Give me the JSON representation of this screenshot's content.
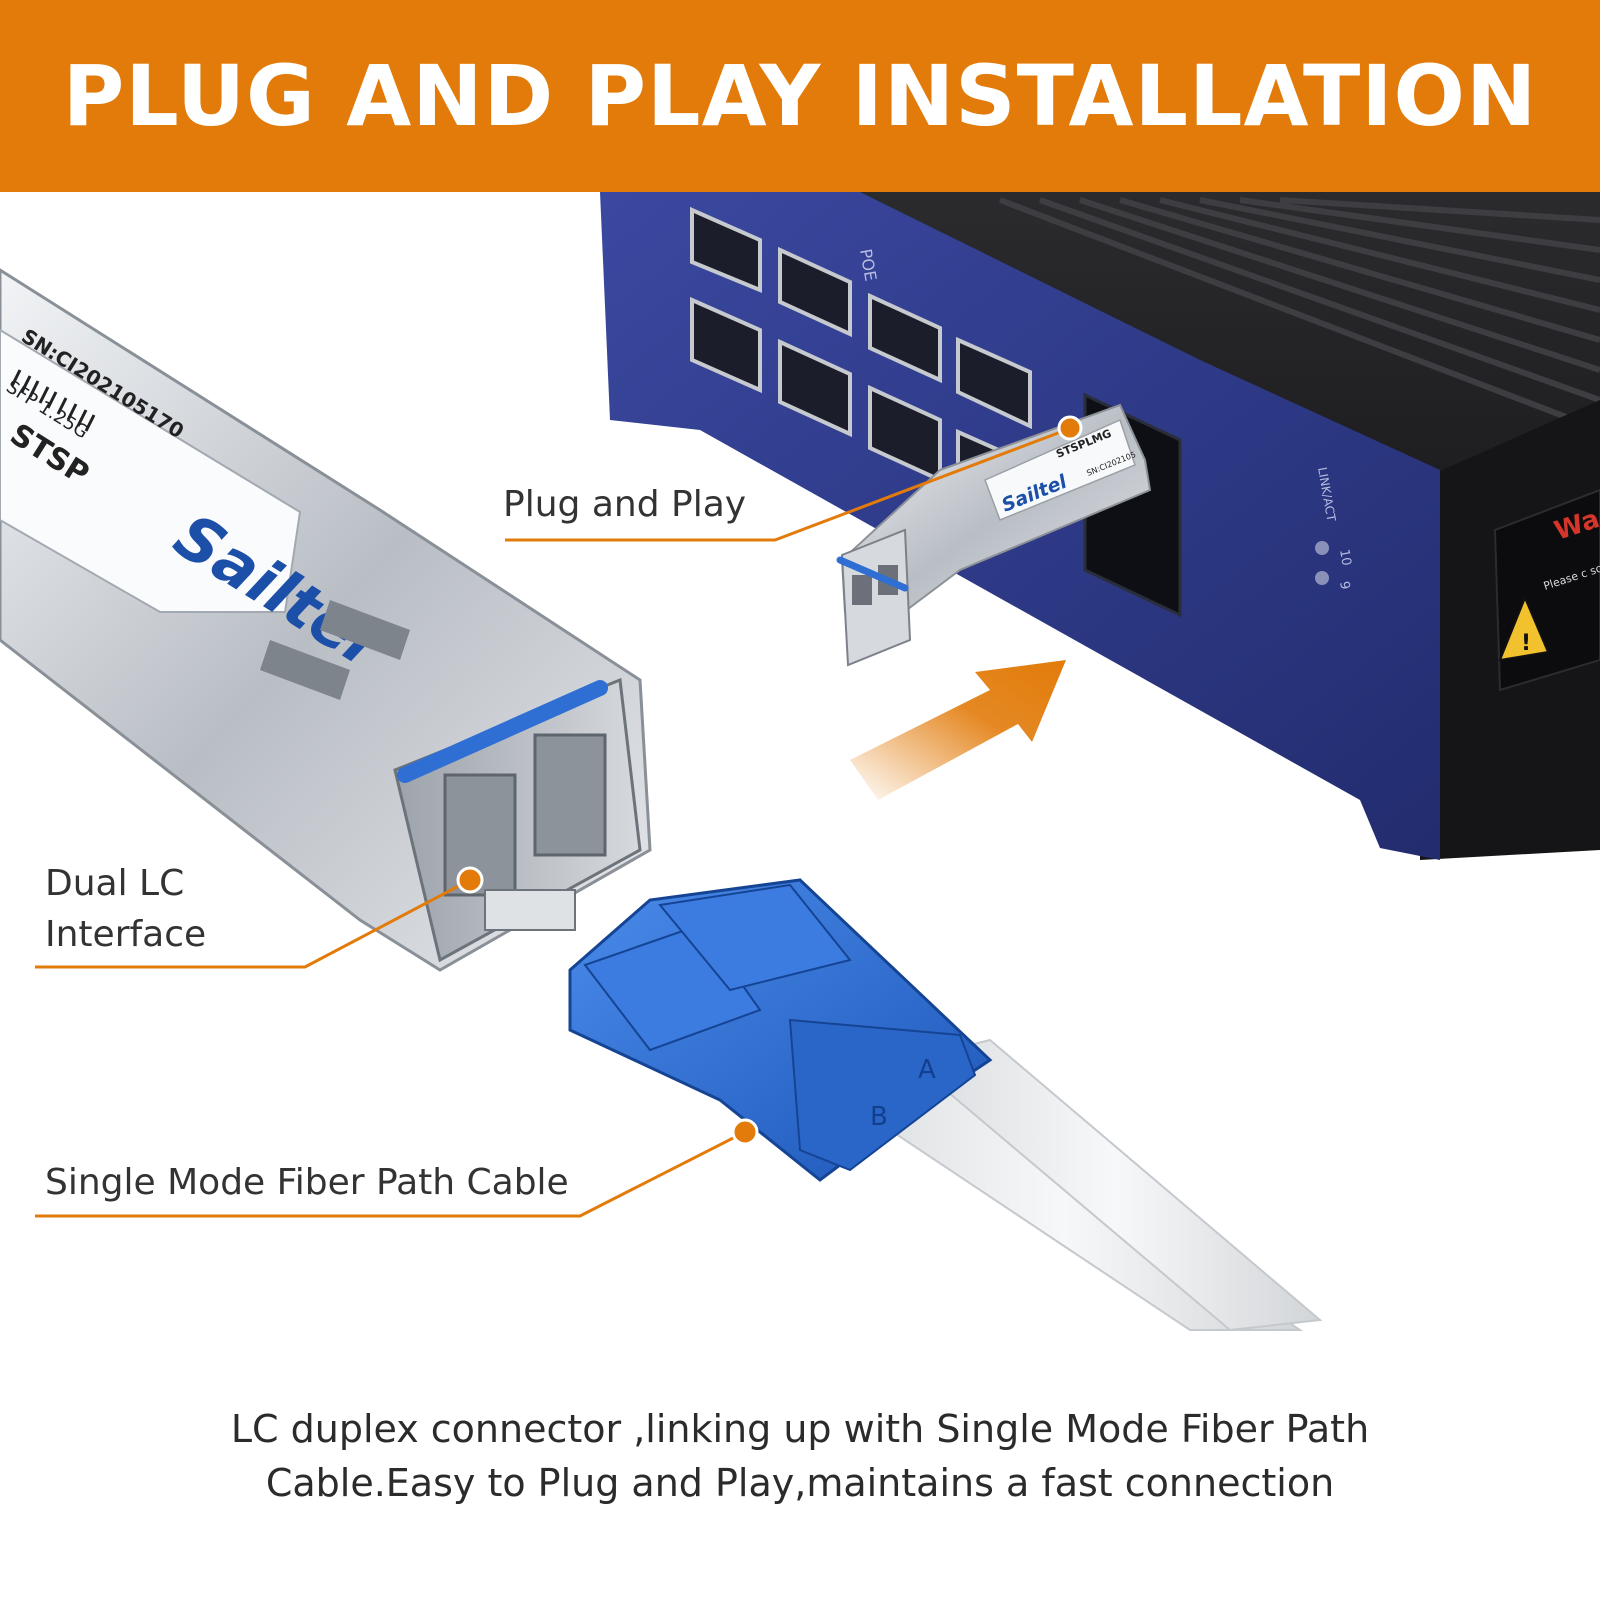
{
  "colors": {
    "accent": "#E27B0A",
    "banner_bg": "#E27B0A",
    "switch_blue": "#2E3A86",
    "lc_connector_blue": "#2F6FD3",
    "cable_white": "#ECEEEF",
    "module_silver": "#C9CDD2"
  },
  "banner": {
    "title": "PLUG AND PLAY INSTALLATION"
  },
  "module": {
    "brand": "Sailtel",
    "model": "STSP",
    "spec": "SFP 1.25G",
    "serial": "SN:CI202105170"
  },
  "small_module": {
    "brand": "Sailtel",
    "model": "STSPLMG",
    "serial": "SN:CI202105"
  },
  "switch": {
    "port_label": "POE",
    "link_label": "LINK/ACT",
    "port_numbers": [
      "10",
      "9"
    ],
    "warning_text": "Wa",
    "warning_sub": "Please c screw wi"
  },
  "connector": {
    "marks": [
      "B",
      "A"
    ]
  },
  "callouts": {
    "plug_and_play": "Plug and Play",
    "dual_lc_line1": "Dual LC",
    "dual_lc_line2": "Interface",
    "cable": "Single Mode Fiber Path Cable"
  },
  "caption": {
    "line1": "LC duplex connector ,linking up with Single Mode Fiber Path",
    "line2": "Cable.Easy to Plug and Play,maintains a fast connection"
  }
}
